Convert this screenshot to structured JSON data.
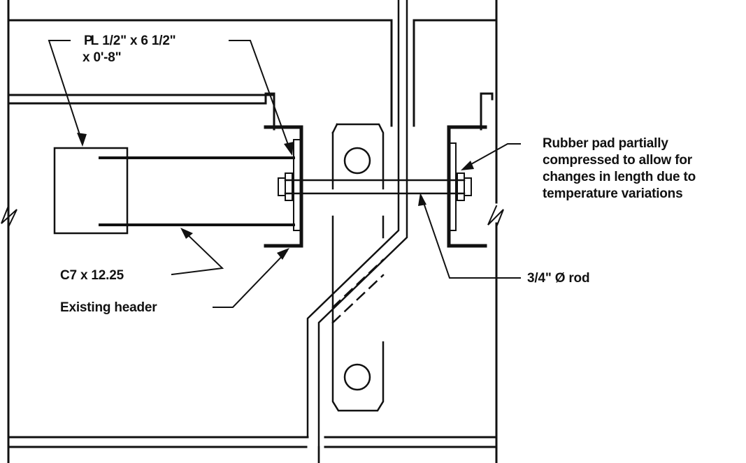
{
  "labels": {
    "plate_symbol": "PL",
    "plate_dims_line1": "1/2\" x 6 1/2\"",
    "plate_dims_line2": "x 0'-8\"",
    "channel": "C7 x 12.25",
    "existing_header": "Existing header",
    "rubber_pad": [
      "Rubber pad partially",
      "compressed to allow for",
      "changes in length due to",
      "temperature variations"
    ],
    "rod": "3/4\" Ø rod"
  },
  "colors": {
    "ink": "#111111",
    "background": "#ffffff"
  }
}
